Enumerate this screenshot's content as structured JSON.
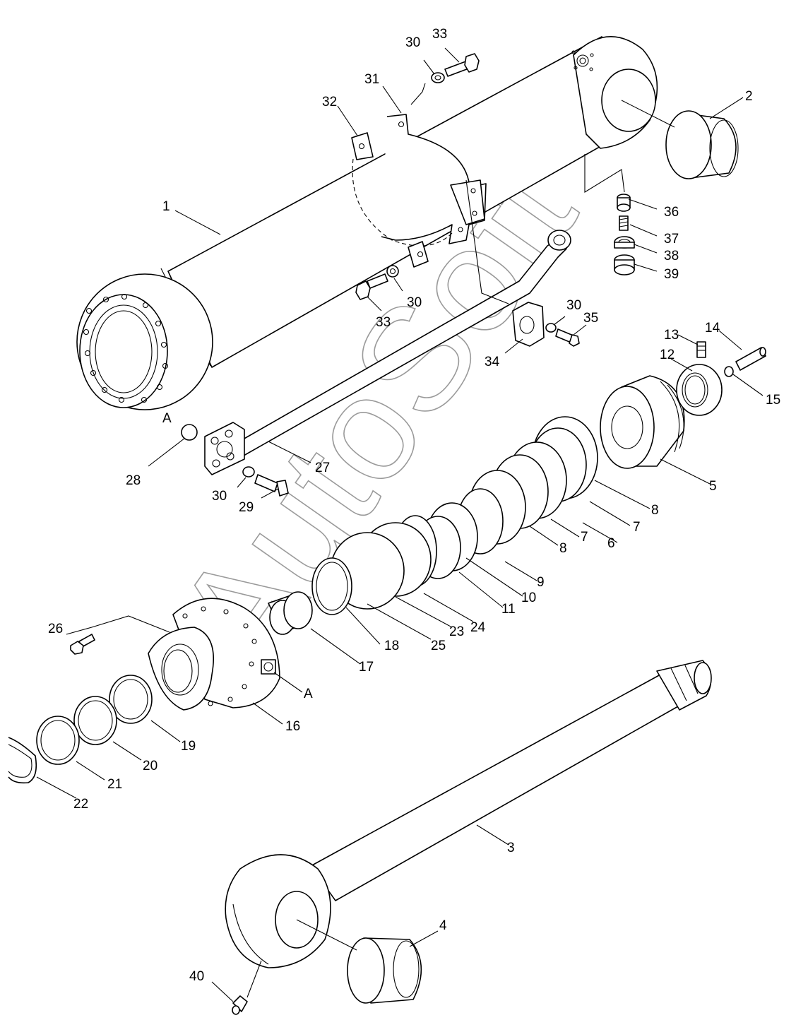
{
  "diagram": {
    "callouts": {
      "c1": "1",
      "c2": "2",
      "c3": "3",
      "c4": "4",
      "c5": "5",
      "c6": "6",
      "c7a": "7",
      "c7b": "7",
      "c8a": "8",
      "c8b": "8",
      "c9": "9",
      "c10": "10",
      "c11": "11",
      "c12": "12",
      "c13": "13",
      "c14": "14",
      "c15": "15",
      "c16": "16",
      "c17": "17",
      "c18": "18",
      "c19": "19",
      "c20": "20",
      "c21": "21",
      "c22": "22",
      "c23": "23",
      "c24": "24",
      "c25": "25",
      "c26": "26",
      "c27": "27",
      "c28": "28",
      "c29": "29",
      "c30a": "30",
      "c30b": "30",
      "c30c": "30",
      "c30d": "30",
      "c31": "31",
      "c32": "32",
      "c33a": "33",
      "c33b": "33",
      "c34": "34",
      "c35": "35",
      "c36": "36",
      "c37": "37",
      "c38": "38",
      "c39": "39",
      "c40": "40",
      "refA1": "A",
      "refA2": "A"
    },
    "watermark": "AutoSoft"
  }
}
